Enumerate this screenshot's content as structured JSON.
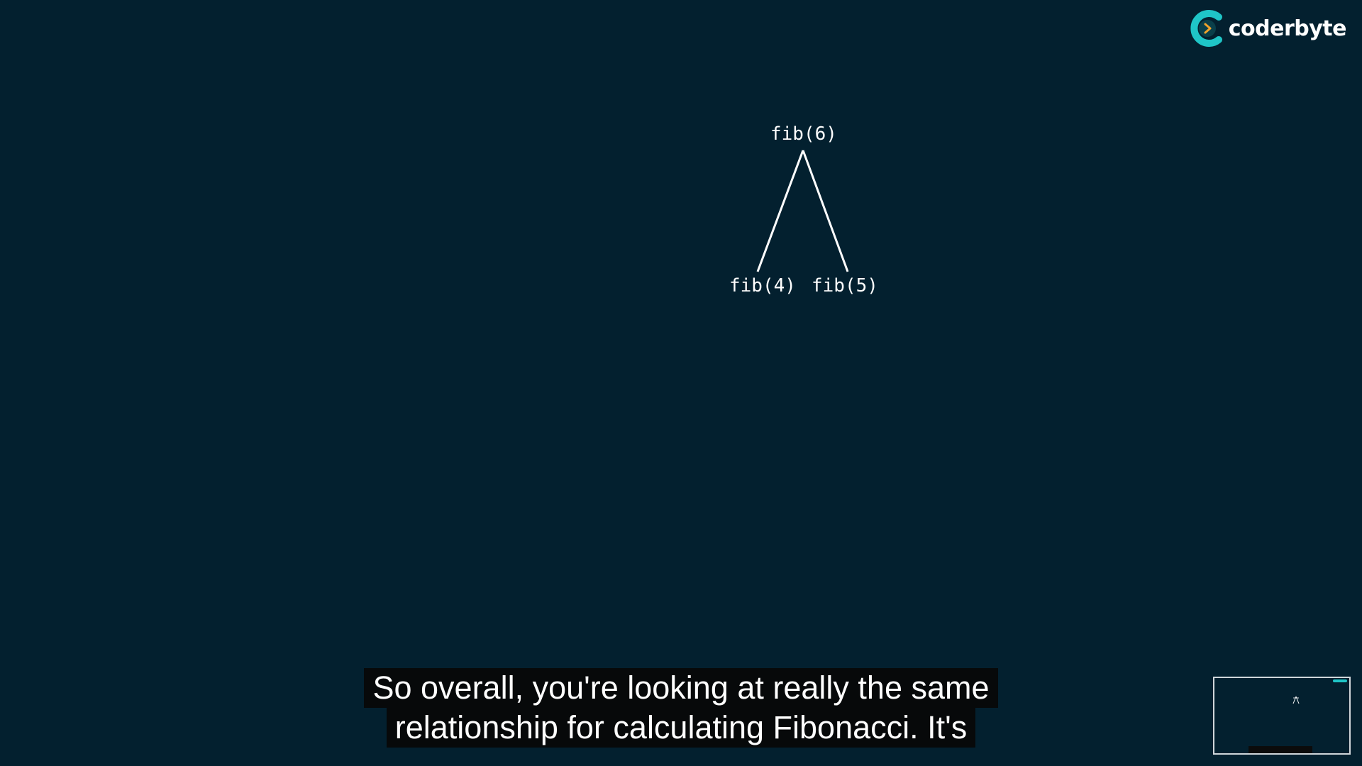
{
  "brand": {
    "name": "coderbyte",
    "accent_color": "#1fc5c7",
    "mark_inner_color": "#f0a32b",
    "icon": "coderbyte-logo-icon"
  },
  "diagram": {
    "root": "fib(6)",
    "children": [
      "fib(4)",
      "fib(5)"
    ],
    "line_color": "#ffffff"
  },
  "subtitles": {
    "line1": "So overall, you're looking at really the same",
    "line2": "relationship for calculating Fibonacci. It's"
  },
  "background_color": "#03202f"
}
